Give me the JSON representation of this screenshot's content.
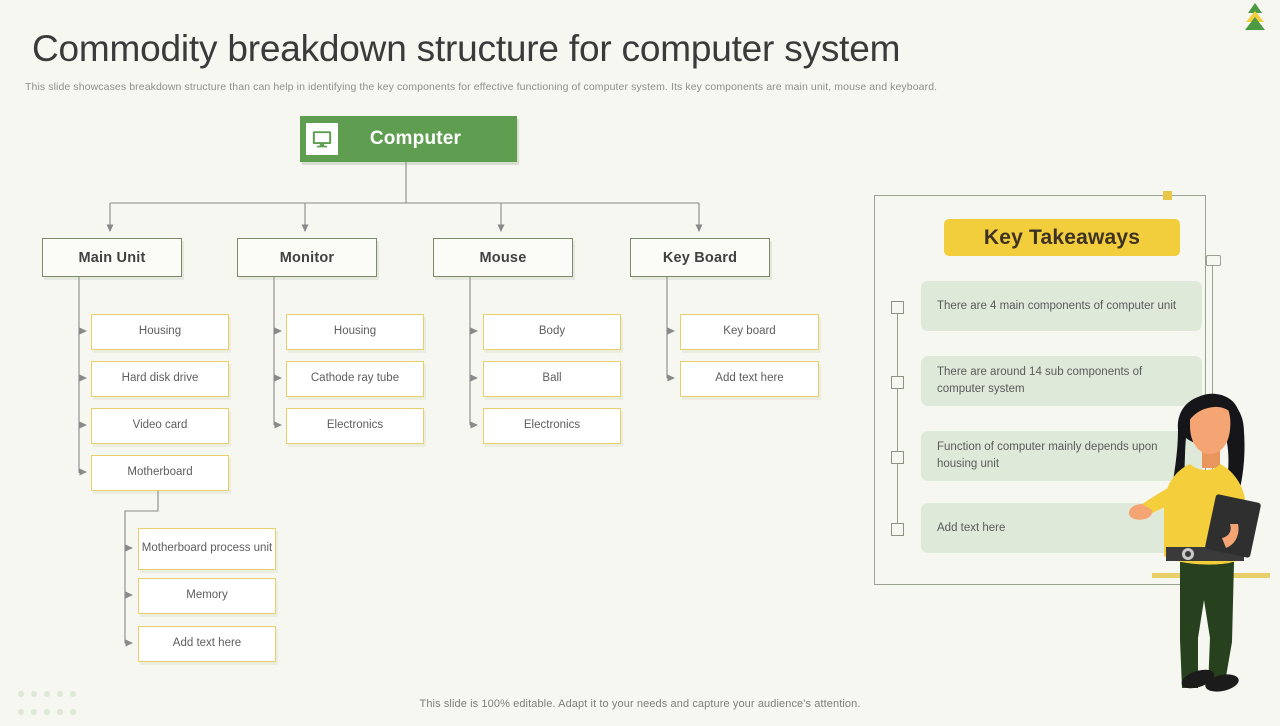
{
  "slide": {
    "title": "Commodity breakdown structure for computer system",
    "subtitle": "This slide showcases breakdown structure than can help in identifying the key components for effective functioning of computer system. Its key components are main unit, mouse and keyboard.",
    "footer": "This slide is 100% editable. Adapt it to your needs and capture your audience's attention.",
    "logo_icon": "pine-tree-logo"
  },
  "tree": {
    "root": {
      "label": "Computer",
      "icon": "monitor-icon"
    },
    "branches": [
      {
        "label": "Main Unit",
        "leaves": [
          "Housing",
          "Hard disk drive",
          "Video card",
          "Motherboard"
        ],
        "sub": {
          "parent": "Motherboard",
          "leaves": [
            "Motherboard process unit",
            "Memory",
            "Add text here"
          ]
        }
      },
      {
        "label": "Monitor",
        "leaves": [
          "Housing",
          "Cathode ray tube",
          "Electronics"
        ]
      },
      {
        "label": "Mouse",
        "leaves": [
          "Body",
          "Ball",
          "Electronics"
        ]
      },
      {
        "label": "Key Board",
        "leaves": [
          "Key board",
          "Add text here"
        ]
      }
    ]
  },
  "key_takeaways": {
    "header": "Key Takeaways",
    "items": [
      "There are 4 main components of computer unit",
      "There are around 14 sub components of computer system",
      "Function of computer mainly depends upon housing unit",
      "Add text here"
    ]
  },
  "colors": {
    "background": "#f5f7f0",
    "green": "#5f9e50",
    "yellow": "#f2cd3c",
    "leaf_border": "#e8cf6a",
    "takeaway_bg": "#dfe9d9",
    "text": "#3a3a3a"
  }
}
